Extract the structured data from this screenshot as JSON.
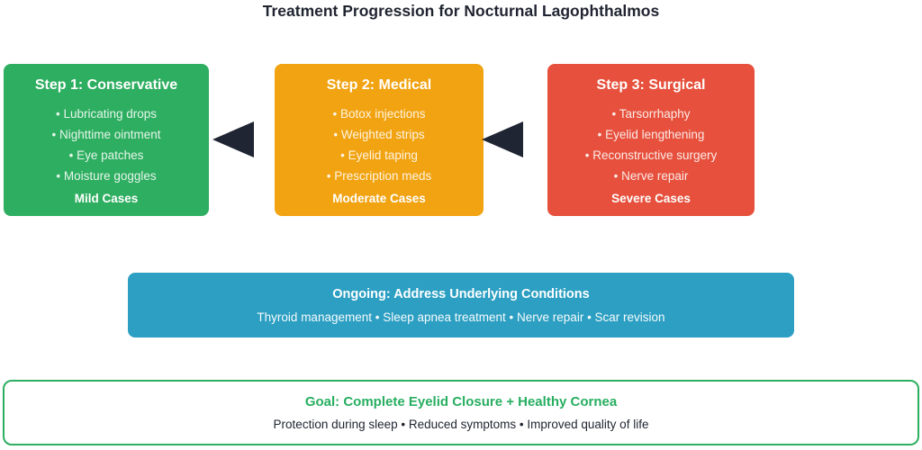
{
  "title": "Treatment Progression for Nocturnal Lagophthalmos",
  "steps": [
    {
      "title": "Step 1: Conservative",
      "items": [
        "• Lubricating drops",
        "• Nighttime ointment",
        "• Eye patches",
        "• Moisture goggles"
      ],
      "footer": "Mild Cases",
      "bg": "#2EAE60"
    },
    {
      "title": "Step 2: Medical",
      "items": [
        "• Botox injections",
        "• Weighted strips",
        "• Eyelid taping",
        "• Prescription meds"
      ],
      "footer": "Moderate Cases",
      "bg": "#F1A311"
    },
    {
      "title": "Step 3: Surgical",
      "items": [
        "• Tarsorrhaphy",
        "• Eyelid lengthening",
        "• Reconstructive surgery",
        "• Nerve repair"
      ],
      "footer": "Severe Cases",
      "bg": "#E6503C"
    }
  ],
  "arrows": {
    "direction": "left",
    "color": "#1F2533"
  },
  "ongoing": {
    "title": "Ongoing: Address Underlying Conditions",
    "subtitle": "Thyroid management • Sleep apnea treatment • Nerve repair • Scar revision",
    "bg": "#2C9FC2"
  },
  "goal": {
    "title": "Goal: Complete Eyelid Closure + Healthy Cornea",
    "subtitle": "Protection during sleep • Reduced symptoms • Improved quality of life",
    "border_color": "#2EAE60",
    "title_color": "#27AE60"
  },
  "colors": {
    "title_text": "#1F2430"
  }
}
